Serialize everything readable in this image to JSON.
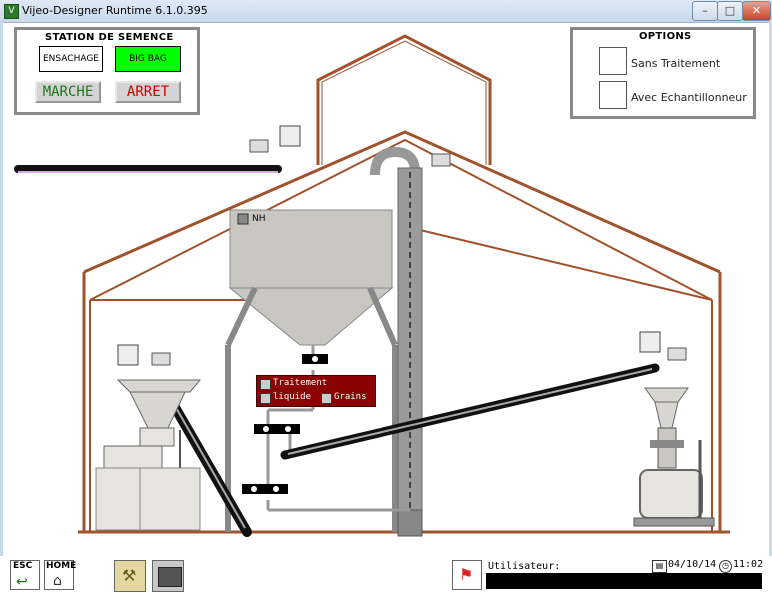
{
  "window": {
    "title": "Vijeo-Designer Runtime 6.1.0.395",
    "minimize": "–",
    "maximize": "□",
    "close": "✕"
  },
  "station": {
    "title": "STATION DE SEMENCE",
    "ensachage": "ENSACHAGE",
    "big_bag": "BIG BAG",
    "marche": "MARCHE",
    "arret": "ARRET"
  },
  "options": {
    "title": "OPTIONS",
    "sans_traitement": "Sans Traitement",
    "avec_echantillonneur": "Avec Echantillonneur"
  },
  "silo": {
    "nh_label": "NH"
  },
  "treatment": {
    "traitement": "Traitement",
    "liquide": "liquide",
    "grains": "Grains"
  },
  "footer": {
    "esc": "ESC",
    "home": "HOME",
    "user_label": "Utilisateur:",
    "date": "04/10/14",
    "time": "11:02"
  },
  "colors": {
    "roof": "#a0522d",
    "wall": "#a0522d",
    "silo": "#c8c6c0",
    "red_panel": "#8b0000",
    "green_button": "#00ff00"
  }
}
